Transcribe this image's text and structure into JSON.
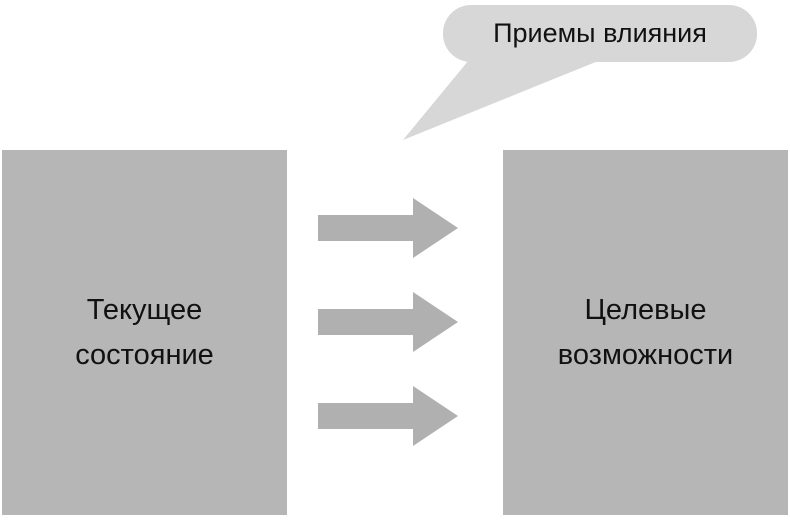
{
  "colors": {
    "background": "#ffffff",
    "box": "#b6b6b6",
    "arrow": "#b0b0b0",
    "bubble": "#d7d7d7",
    "text": "#111111"
  },
  "diagram": {
    "callout": {
      "text": "Приемы влияния"
    },
    "left_box": {
      "line1": "Текущее",
      "line2": "состояние"
    },
    "right_box": {
      "line1": "Целевые",
      "line2": "возможности"
    },
    "arrows": {
      "count": 3,
      "direction": "right"
    }
  }
}
